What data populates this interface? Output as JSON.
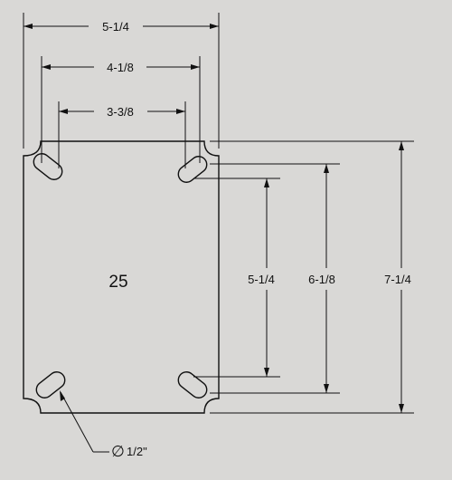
{
  "drawing": {
    "plate_label": "25",
    "hole_callout": "1/2\"",
    "diameter_symbol": "∅",
    "dimensions": {
      "overall_width": "5-1/4",
      "outer_hole_width": "4-1/8",
      "inner_hole_width": "3-3/8",
      "inner_hole_height": "5-1/4",
      "outer_hole_height": "6-1/8",
      "overall_height": "7-1/4"
    }
  }
}
